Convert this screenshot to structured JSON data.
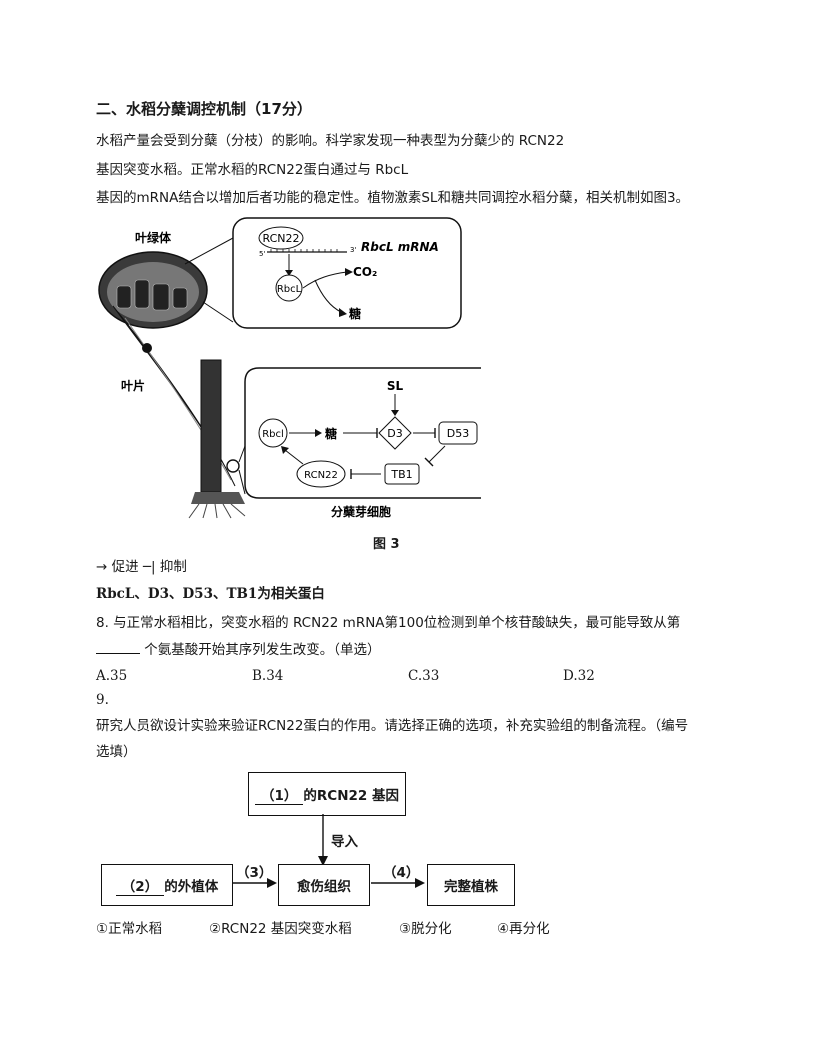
{
  "section": {
    "heading": "二、水稻分蘖调控机制（17分）"
  },
  "intro": {
    "line1": "水稻产量会受到分蘖（分枝）的影响。科学家发现一种表型为分蘖少的 RCN22",
    "line2": "基因突变水稻。正常水稻的RCN22蛋白通过与 RbcL",
    "line3": "基因的mRNA结合以增加后者功能的稳定性。植物激素SL和糖共同调控水稻分蘖，相关机制如图3。"
  },
  "figure3": {
    "label_chloroplast": "叶绿体",
    "label_leaf": "叶片",
    "top_panel": {
      "rcn22": "RCN22",
      "mrna": "RbcL mRNA",
      "five_prime": "5'",
      "three_prime": "3'",
      "rbcl": "RbcL",
      "co2": "CO₂",
      "sugar": "糖"
    },
    "bottom_panel": {
      "rbcl": "Rbcl",
      "sugar": "糖",
      "sl": "SL",
      "d3": "D3",
      "d53": "D53",
      "tb1": "TB1",
      "rcn22": "RCN22",
      "caption": "分蘖芽细胞"
    },
    "caption": "图 3"
  },
  "legend": {
    "arrows": "→ 促进 ─| 抑制",
    "proteins": "RbcL、D3、D53、TB1为相关蛋白"
  },
  "q8": {
    "text": "8. 与正常水稻相比，突变水稻的 RCN22 mRNA第100位检测到单个核苷酸缺失，最可能导致从第",
    "text2": "个氨基酸开始其序列发生改变。（单选）",
    "options": [
      "A.35",
      "B.34",
      "C.33",
      "D.32"
    ]
  },
  "q9": {
    "number": "9.",
    "text": "研究人员欲设计实验来验证RCN22蛋白的作用。请选择正确的选项，补充实验组的制备流程。（编号",
    "text2": "选填）",
    "flow": {
      "box_gene_blank": "（1）",
      "box_gene_suffix": "的RCN22 基因",
      "import": "导入",
      "box_explant_blank": "（2）",
      "box_explant_suffix": "的外植体",
      "step3": "（3）",
      "callus": "愈伤组织",
      "step4": "（4）",
      "plant": "完整植株"
    },
    "choices": [
      "①正常水稻",
      "②RCN22 基因突变水稻",
      "③脱分化",
      "④再分化"
    ]
  }
}
